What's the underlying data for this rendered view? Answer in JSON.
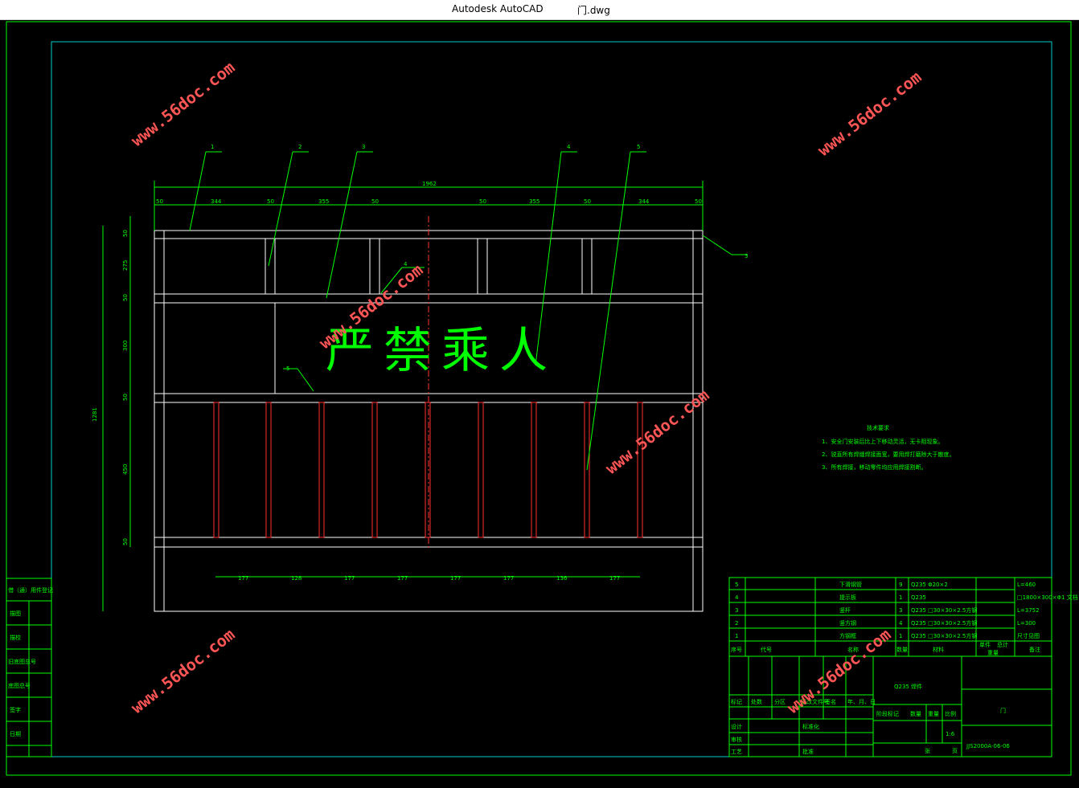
{
  "window": {
    "app_name": "Autodesk AutoCAD",
    "document_name": "门.dwg"
  },
  "drawing": {
    "sign_text": "严禁乘人",
    "watermark": "www.56doc.com",
    "overall_width": "1962",
    "overall_height": "1281",
    "balloons": [
      "1",
      "2",
      "3",
      "4",
      "5"
    ],
    "top_dims": [
      "50",
      "344",
      "50",
      "355",
      "50",
      "50",
      "355",
      "50",
      "344",
      "50"
    ],
    "left_dims": [
      "50",
      "275",
      "50",
      "300",
      "50",
      "450",
      "50"
    ],
    "bottom_dims": [
      "177",
      "128",
      "177",
      "177",
      "177",
      "177",
      "136",
      "177"
    ],
    "weld_marks": [
      "3",
      "4",
      "5"
    ]
  },
  "tech_requirements": {
    "title": "技术要求",
    "items": [
      "1、安全门安装后比上下移动灵活，无卡阻现象。",
      "2、锐直所有焊缝焊接面宽，要用焊打磨除大于散度。",
      "3、所有焊接，移动零件均应用焊接割断。"
    ]
  },
  "parts_list": {
    "rows": [
      {
        "no": "5",
        "name": "下滑钢管",
        "qty": "9",
        "material": "Q235  Φ20×2",
        "note": "L=460"
      },
      {
        "no": "4",
        "name": "提示板",
        "qty": "1",
        "material": "Q235",
        "note": "□1800×300×Φ1 文档"
      },
      {
        "no": "3",
        "name": "竖杆",
        "qty": "3",
        "material": "Q235 □30×30×2.5方钢",
        "note": "L=3752"
      },
      {
        "no": "2",
        "name": "竖方钢",
        "qty": "4",
        "material": "Q235 □30×30×2.5方钢",
        "note": "L=300"
      },
      {
        "no": "1",
        "name": "方钢框",
        "qty": "1",
        "material": "Q235 □30×30×2.5方钢",
        "note": "尺寸见图"
      }
    ],
    "header": [
      "序号",
      "代号",
      "名称",
      "数量",
      "材料",
      "单件",
      "总计",
      "备注"
    ],
    "weight_label": "重量"
  },
  "title_block": {
    "material": "Q235 焊件",
    "part_name": "门",
    "drawing_number": "JJS2000A-06-06",
    "scale": "1:6",
    "scale_label": "比例",
    "weight_label": "重量",
    "stage_label": "阶段标记",
    "qty_label": "数量",
    "sheet_label": "张",
    "sheet_of": "页",
    "rows": [
      "标记",
      "处数",
      "分区",
      "更改文件号",
      "签名",
      "年、月、日"
    ],
    "roles": [
      "设计",
      "审核",
      "工艺"
    ],
    "standardize": "标准化",
    "approve": "批准"
  },
  "side_block": {
    "items": [
      "借（通）用件登记",
      "描图",
      "描校",
      "旧底图总号",
      "底图总号",
      "签字",
      "日期"
    ]
  }
}
